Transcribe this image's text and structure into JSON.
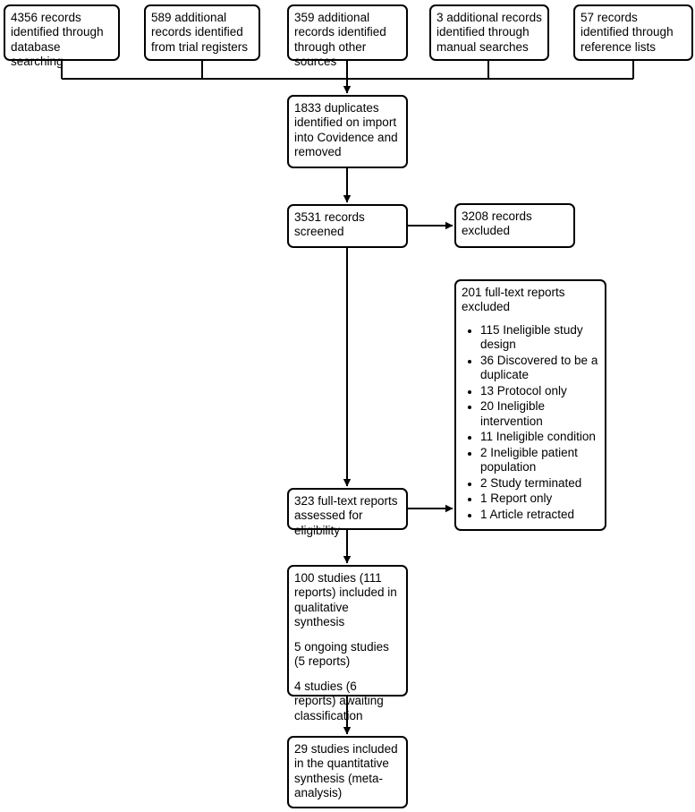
{
  "flow": {
    "top_row": [
      "4356 records identified through database searching",
      "589 additional records identified from trial registers",
      "359 additional records identified through other sources",
      "3 additional records identified through manual searches",
      "57 records identified through reference lists"
    ],
    "duplicates_removed": "1833 duplicates identified on import into Covidence and removed",
    "records_screened": "3531 records screened",
    "records_excluded": "3208 records excluded",
    "fulltext_excluded_title": "201 full-text reports excluded",
    "fulltext_excluded_reasons": [
      "115 Ineligible study design",
      "36 Discovered to be a duplicate",
      "13 Protocol only",
      "20 Ineligible intervention",
      "11 Ineligible condition",
      "2 Ineligible patient population",
      "2 Study terminated",
      "1 Report only",
      "1 Article retracted"
    ],
    "fulltext_assessed": "323 full-text reports assessed for eligibility",
    "qualitative_synthesis": [
      "100 studies (111 reports) included in qualitative synthesis",
      "5 ongoing studies (5 reports)",
      "4 studies (6 reports) awaiting classification"
    ],
    "quantitative_synthesis": "29 studies included in the quantitative synthesis (meta-analysis)"
  },
  "colors": {
    "background": "#ffffff",
    "box_border": "#000000",
    "connector": "#000000",
    "text": "#000000"
  }
}
